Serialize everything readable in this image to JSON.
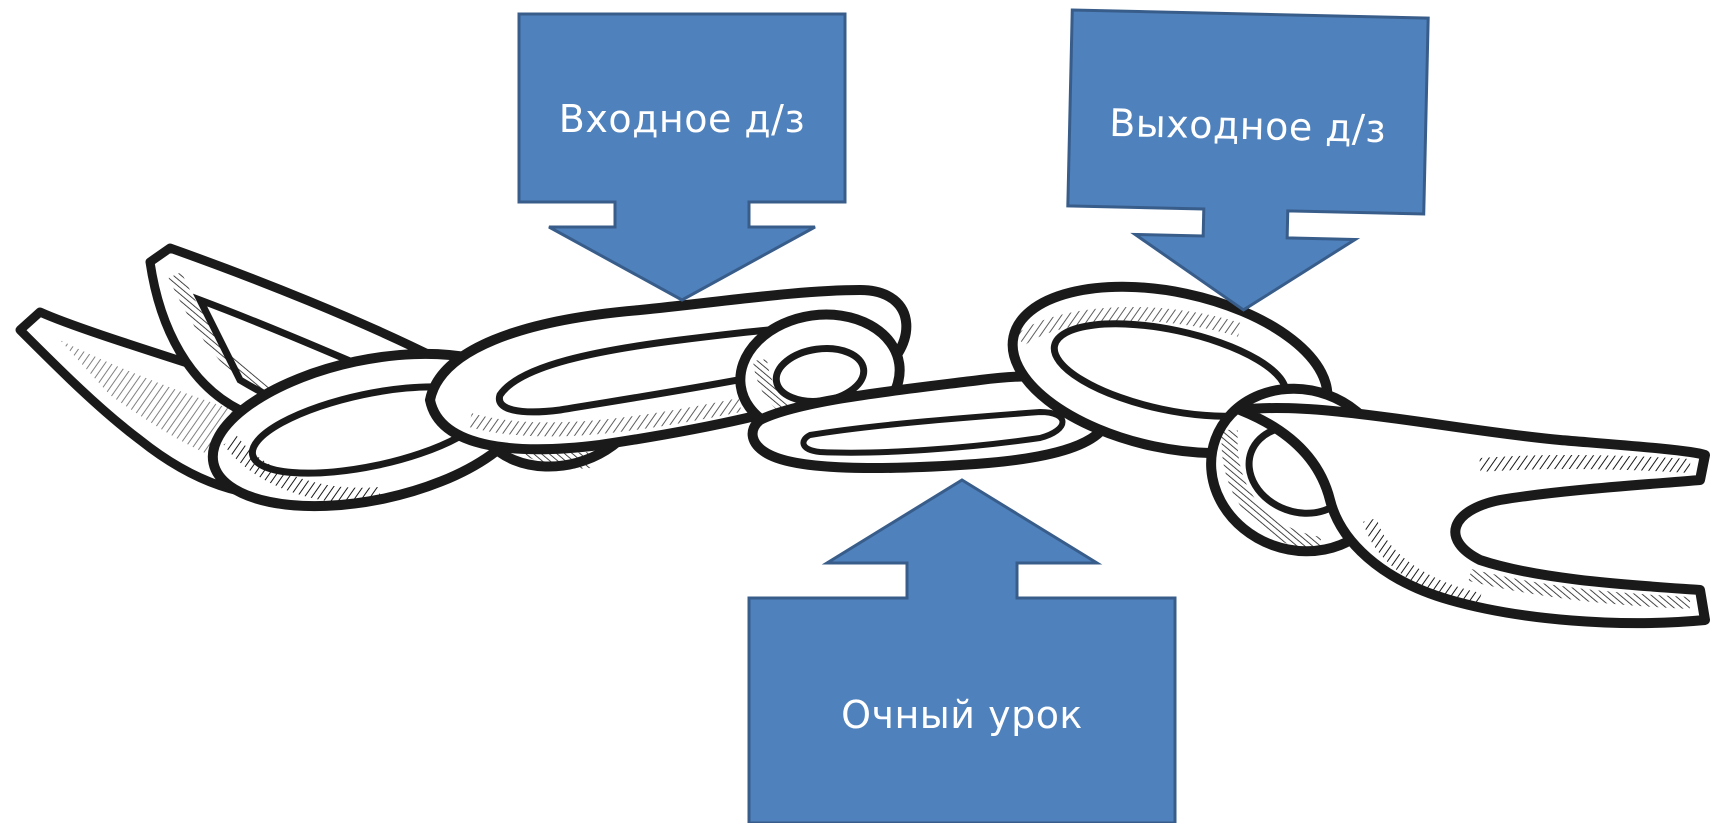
{
  "diagram": {
    "callouts": {
      "input_homework": "Входное д/з",
      "output_homework": "Выходное д/з",
      "lesson": "Очный урок"
    },
    "colors": {
      "callout_fill": "#4f81bd",
      "callout_stroke": "#385d8a",
      "callout_text": "#ffffff",
      "chain_ink": "#1a1a1a",
      "chain_paper": "#ffffff"
    },
    "chain": {
      "links": 8,
      "style": "engraved-illustration"
    }
  }
}
